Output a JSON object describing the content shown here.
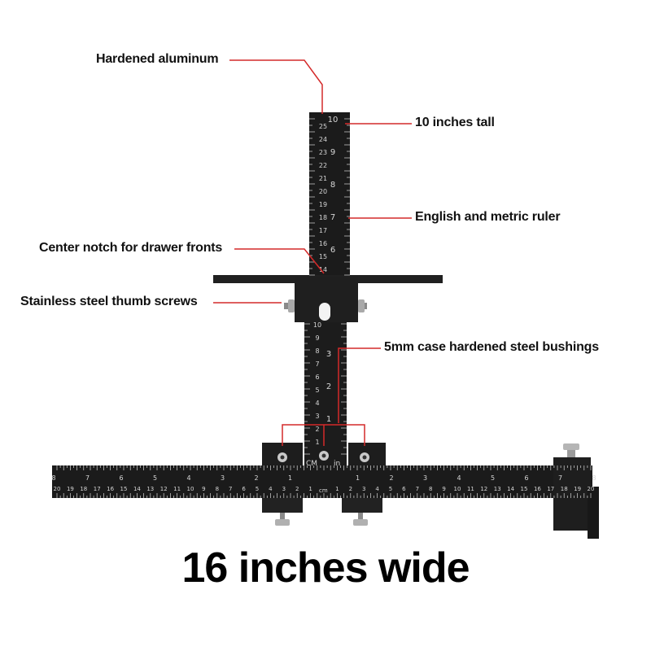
{
  "callouts": {
    "aluminum": "Hardened aluminum",
    "tall": "10 inches tall",
    "ruler": "English and metric ruler",
    "notch": "Center notch for drawer fronts",
    "screws": "Stainless steel thumb screws",
    "bushings": "5mm case hardened steel bushings"
  },
  "caption": "16 inches wide",
  "ruler_labels": {
    "cm": "CM",
    "in": "in",
    "center": "cm"
  },
  "colors": {
    "leader_line": "#d42a2a",
    "tool_body": "#1b1b1b",
    "markings": "#d8d8d8"
  }
}
